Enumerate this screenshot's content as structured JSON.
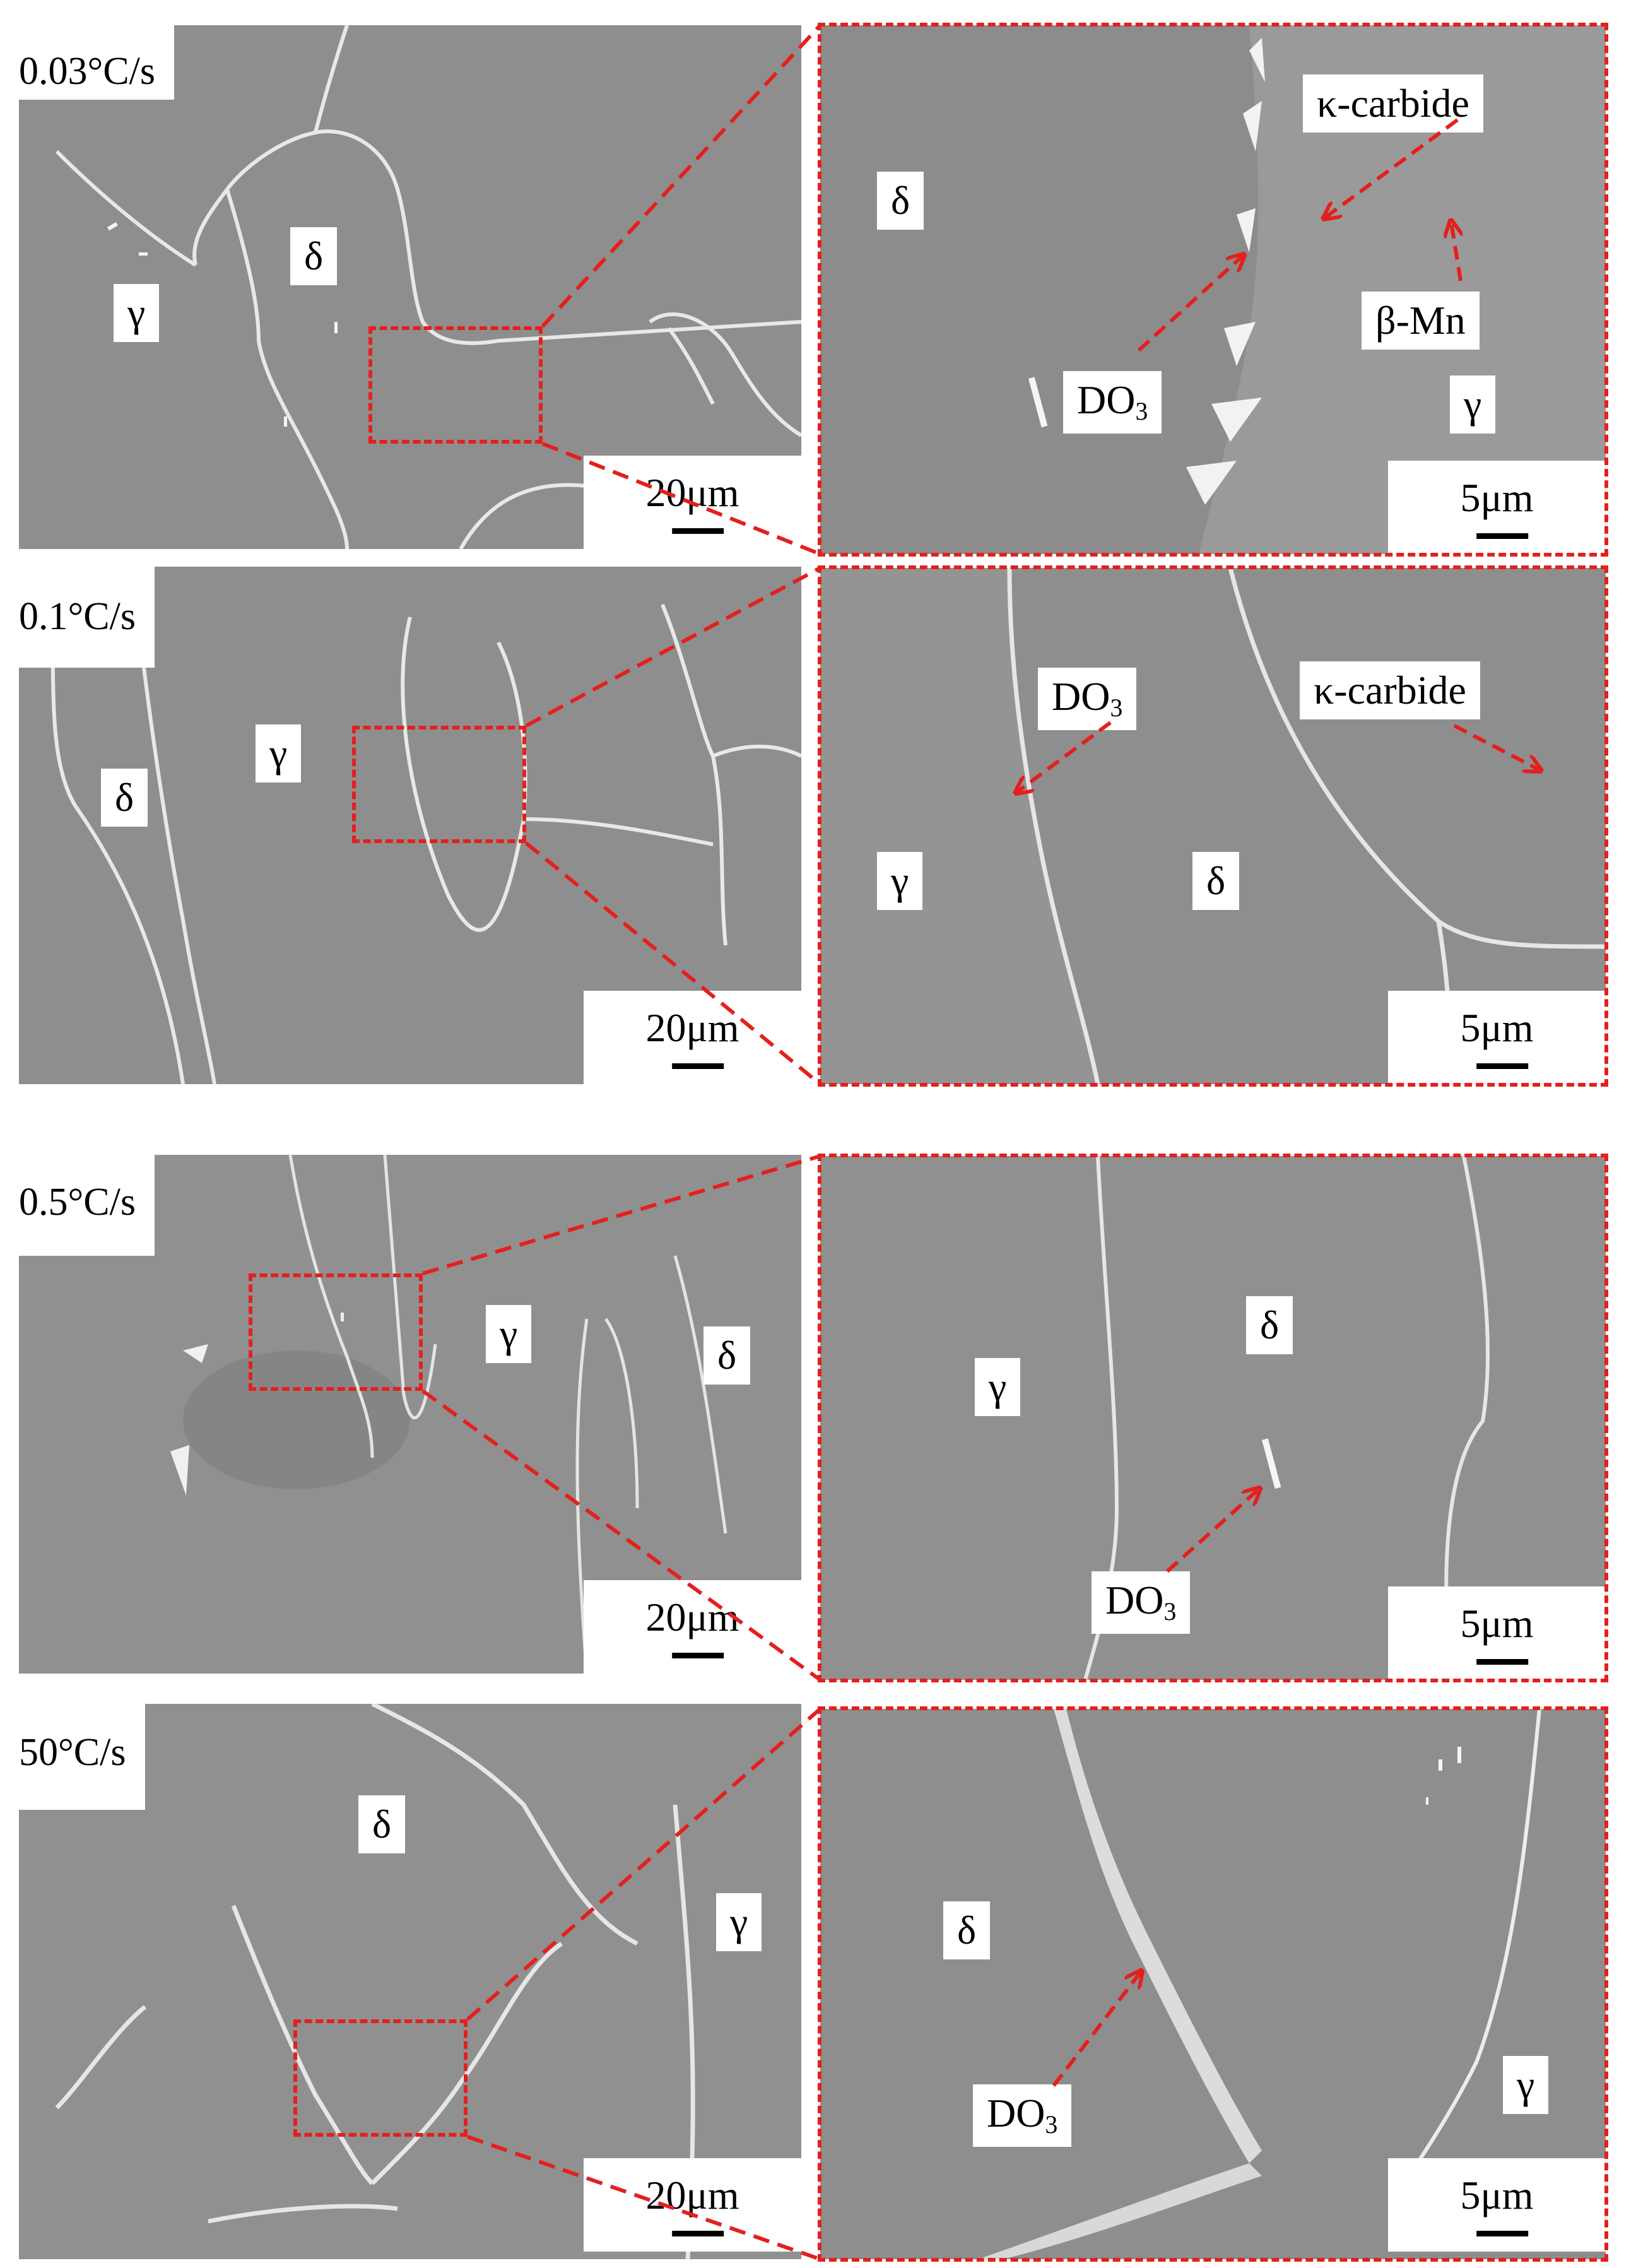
{
  "rows": [
    {
      "rate": "0.03°C/s",
      "scale_low": "20μm",
      "scale_high": "5μm",
      "low_labels": [
        "δ",
        "γ"
      ],
      "high_labels": [
        "δ",
        "κ-carbide",
        "β-Mn",
        "γ",
        "DO",
        "3"
      ]
    },
    {
      "rate": "0.1°C/s",
      "scale_low": "20μm",
      "scale_high": "5μm",
      "low_labels": [
        "δ",
        "γ"
      ],
      "high_labels": [
        "DO",
        "3",
        "κ-carbide",
        "γ",
        "δ"
      ]
    },
    {
      "rate": "0.5°C/s",
      "scale_low": "20μm",
      "scale_high": "5μm",
      "low_labels": [
        "γ",
        "δ"
      ],
      "high_labels": [
        "δ",
        "γ",
        "DO",
        "3"
      ]
    },
    {
      "rate": "50°C/s",
      "scale_low": "20μm",
      "scale_high": "5μm",
      "low_labels": [
        "δ",
        "γ"
      ],
      "high_labels": [
        "δ",
        "DO",
        "3",
        "γ"
      ]
    }
  ],
  "colors": {
    "dash": "#e3201e",
    "sem_bg": "#8f8f8f"
  }
}
